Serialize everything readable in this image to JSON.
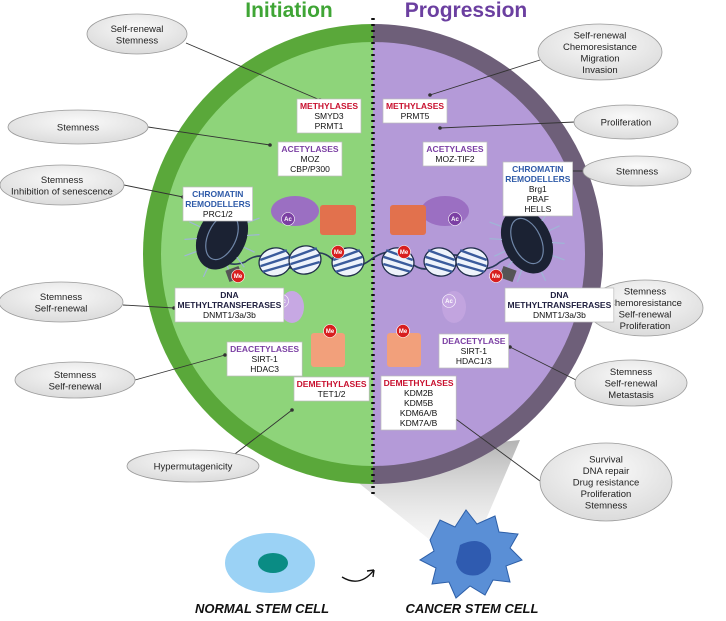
{
  "titles": {
    "left": "Initiation",
    "right": "Progression"
  },
  "colors": {
    "initiation": "#3fa535",
    "progression": "#6b3fa0",
    "cell_green": "#8ed47a",
    "cell_purple": "#b49ad8",
    "rim_green": "#5aa83a",
    "rim_purple": "#6e5f79",
    "methylase": "#c8102e",
    "acetylase": "#7b3fa3",
    "chromatin": "#2e5aa8",
    "dna_mt": "#1f1f3f"
  },
  "marks": {
    "acetyl": "Ac",
    "methyl": "Me"
  },
  "left_ovals": [
    {
      "lines": [
        "Self-renewal",
        "Stemness"
      ]
    },
    {
      "lines": [
        "Stemness"
      ]
    },
    {
      "lines": [
        "Stemness",
        "Inhibition of senescence"
      ]
    },
    {
      "lines": [
        "Stemness",
        "Self-renewal"
      ]
    },
    {
      "lines": [
        "Stemness",
        "Self-renewal"
      ]
    },
    {
      "lines": [
        "Hypermutagenicity"
      ]
    }
  ],
  "right_ovals": [
    {
      "lines": [
        "Self-renewal",
        "Chemoresistance",
        "Migration",
        "Invasion"
      ]
    },
    {
      "lines": [
        "Proliferation"
      ]
    },
    {
      "lines": [
        "Stemness"
      ]
    },
    {
      "lines": [
        "Stemness",
        "Chemoresistance",
        "Self-renewal",
        "Proliferation"
      ]
    },
    {
      "lines": [
        "Stemness",
        "Self-renewal",
        "Metastasis"
      ]
    },
    {
      "lines": [
        "Survival",
        "DNA repair",
        "Drug resistance",
        "Proliferation",
        "Stemness"
      ]
    }
  ],
  "left_labels": [
    {
      "head": [
        "METHYLASES"
      ],
      "items": [
        "SMYD3",
        "PRMT1"
      ],
      "kind": "methylase"
    },
    {
      "head": [
        "ACETYLASES"
      ],
      "items": [
        "MOZ",
        "CBP/P300"
      ],
      "kind": "acetylase"
    },
    {
      "head": [
        "CHROMATIN",
        "REMODELLERS"
      ],
      "items": [
        "PRC1/2"
      ],
      "kind": "chromatin"
    },
    {
      "head": [
        "DNA",
        "METHYLTRANSFERASES"
      ],
      "items": [
        "DNMT1/3a/3b"
      ],
      "kind": "dna_mt"
    },
    {
      "head": [
        "DEACETYLASES"
      ],
      "items": [
        "SIRT-1",
        "HDAC3"
      ],
      "kind": "acetylase"
    },
    {
      "head": [
        "DEMETHYLASES"
      ],
      "items": [
        "TET1/2"
      ],
      "kind": "methylase"
    }
  ],
  "right_labels": [
    {
      "head": [
        "METHYLASES"
      ],
      "items": [
        "PRMT5"
      ],
      "kind": "methylase"
    },
    {
      "head": [
        "ACETYLASES"
      ],
      "items": [
        "MOZ-TIF2"
      ],
      "kind": "acetylase"
    },
    {
      "head": [
        "CHROMATIN",
        "REMODELLERS"
      ],
      "items": [
        "Brg1",
        "PBAF",
        "HELLS"
      ],
      "kind": "chromatin"
    },
    {
      "head": [
        "DNA",
        "METHYLTRANSFERASES"
      ],
      "items": [
        "DNMT1/3a/3b"
      ],
      "kind": "dna_mt"
    },
    {
      "head": [
        "DEACETYLASE"
      ],
      "items": [
        "SIRT-1",
        "HDAC1/3"
      ],
      "kind": "acetylase"
    },
    {
      "head": [
        "DEMETHYLASES"
      ],
      "items": [
        "KDM2B",
        "KDM5B",
        "KDM6A/B",
        "KDM7A/B"
      ],
      "kind": "methylase"
    }
  ],
  "captions": {
    "normal": "NORMAL STEM CELL",
    "cancer": "CANCER STEM CELL"
  }
}
